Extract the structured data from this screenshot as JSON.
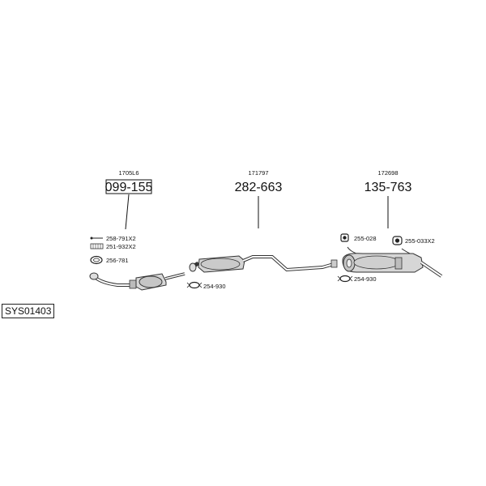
{
  "diagram_code": "SYS01403",
  "groups": [
    {
      "ref": "1705L6",
      "part": "099-155"
    },
    {
      "ref": "171797",
      "part": "282-663"
    },
    {
      "ref": "172698",
      "part": "135-763"
    }
  ],
  "fittings": {
    "clamp_258": "258-791X2",
    "spring_251": "251-932X2",
    "gasket_256": "256-781",
    "clamp_254_a": "254-930",
    "rubber_255": "255-028",
    "rubber_255x2": "255-033X2",
    "clamp_254_b": "254-930"
  }
}
